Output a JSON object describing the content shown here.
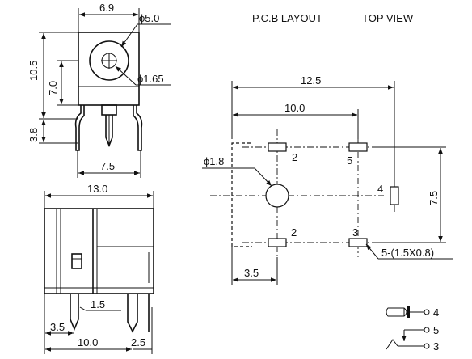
{
  "header": {
    "layout_title": "P.C.B LAYOUT",
    "view_title": "TOP VIEW"
  },
  "front_view": {
    "width_label": "6.9",
    "outer_dia_label": "ϕ5.0",
    "height_label": "10.5",
    "center_label": "7.0",
    "pin_dia_label": "ϕ1.65",
    "lead_label": "3.8",
    "pin_span_label": "7.5"
  },
  "side_view": {
    "length_label": "13.0",
    "lead_offset_label": "1.5",
    "lead_pos_label": "3.5",
    "span_label": "10.0",
    "end_label": "2.5"
  },
  "pcb_layout": {
    "overall_width_label": "12.5",
    "inner_width_label": "10.0",
    "hole_dia_label": "ϕ1.8",
    "height_label": "7.5",
    "left_offset_label": "3.5",
    "slot_label": "5-(1.5X0.8)",
    "pads": [
      {
        "label": "2"
      },
      {
        "label": "5"
      },
      {
        "label": "4"
      },
      {
        "label": "2"
      },
      {
        "label": "3"
      }
    ]
  },
  "schematic": {
    "pins": [
      "4",
      "5",
      "3"
    ]
  },
  "colors": {
    "ink": "#111111",
    "paper": "#ffffff"
  }
}
